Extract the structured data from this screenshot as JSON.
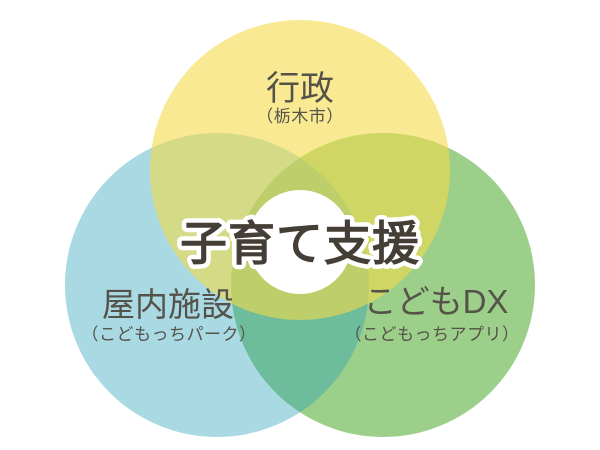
{
  "diagram": {
    "type": "venn",
    "center_title": "子育て支援",
    "center_title_color": "#453E37",
    "label_color": "#55524A",
    "background_color": "#FFFFFF",
    "circles": [
      {
        "id": "gyousei",
        "label": "行政",
        "sublabel": "（栃木市）",
        "apparent_color": "#F8E992",
        "paint": "#F3DA49"
      },
      {
        "id": "okunai-shisetsu",
        "label": "屋内施設",
        "sublabel": "（こどもっちパーク）",
        "apparent_color": "#A9D9E2",
        "paint": "#28A0B6"
      },
      {
        "id": "kodomo-dx",
        "label": "こどもDX",
        "sublabel": "（こどもっちアプリ）",
        "apparent_color": "#9CCF89",
        "paint": "#9CCF89"
      }
    ],
    "overlap_colors": {
      "yellow_blue": "#D5DA8C",
      "yellow_green": "#D1D667",
      "blue_green": "#6CBDA0",
      "triple": "#BECE6A"
    }
  }
}
